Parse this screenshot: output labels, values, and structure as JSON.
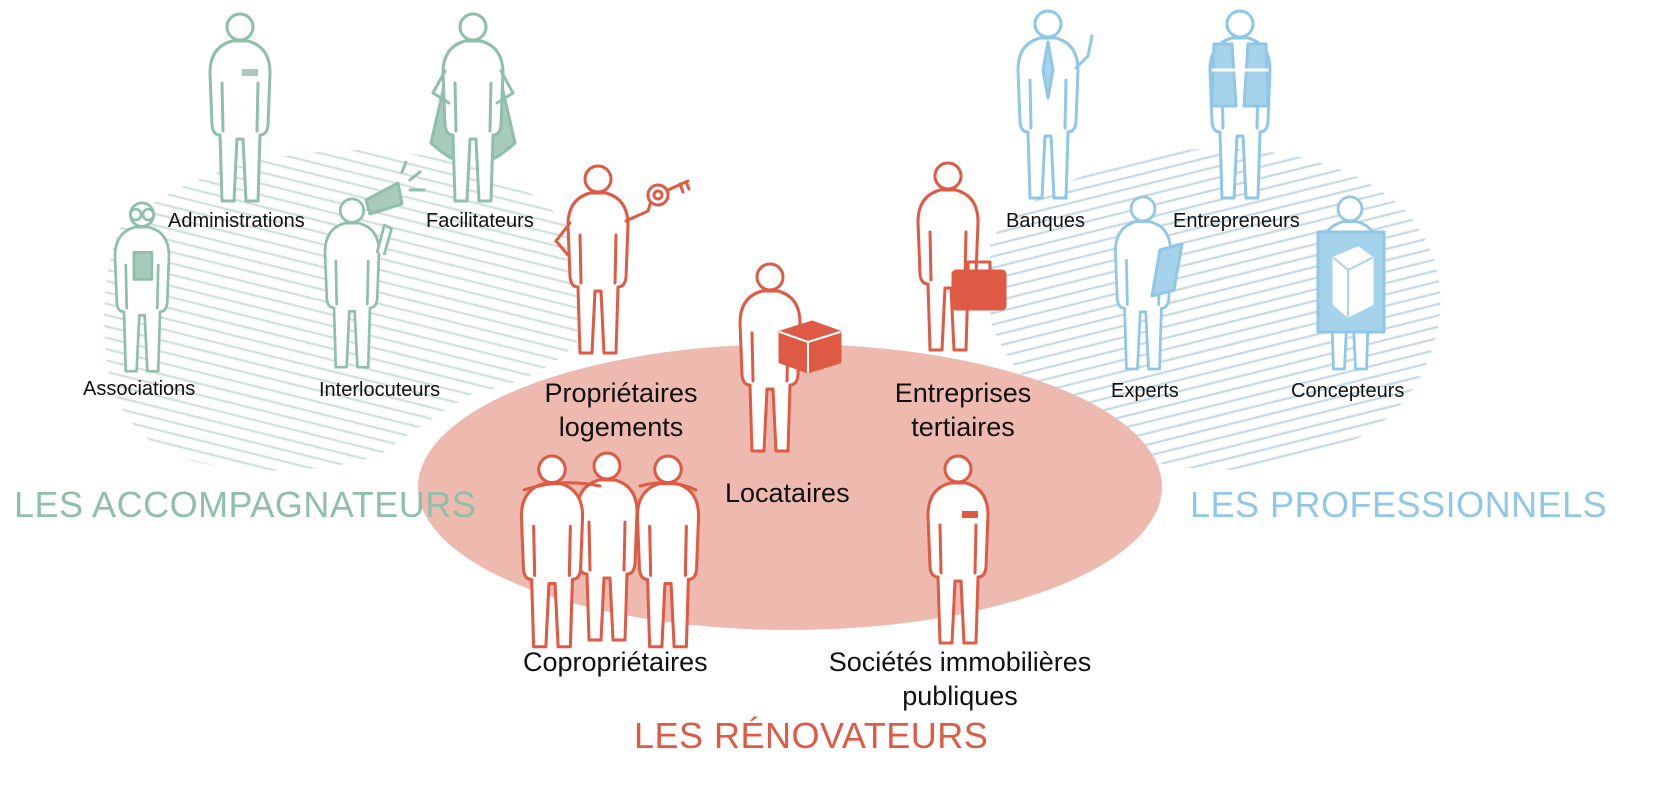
{
  "colors": {
    "accompagnateurs": "#8fbfa9",
    "accompagnateurs_fill": "#a7cbba",
    "renovateurs": "#de5a45",
    "renovateurs_zone": "#eeb9ae",
    "professionnels": "#90c6e6",
    "professionnels_fill": "#a6d3ec",
    "hatch_green": "#cfe2d8",
    "hatch_blue": "#c4dae6",
    "text": "#111111"
  },
  "groups": {
    "accompagnateurs": {
      "title": "LES ACCOMPAGNATEURS",
      "members": {
        "associations": "Associations",
        "administrations": "Administrations",
        "interlocuteurs": "Interlocuteurs",
        "facilitateurs": "Facilitateurs"
      }
    },
    "renovateurs": {
      "title": "LES RÉNOVATEURS",
      "members": {
        "proprietaires": [
          "Propriétaires",
          "logements"
        ],
        "locataires": "Locataires",
        "entreprises": [
          "Entreprises",
          "tertiaires"
        ],
        "coproprietaires": "Copropriétaires",
        "societes": [
          "Sociétés immobilières",
          "publiques"
        ]
      }
    },
    "professionnels": {
      "title": "LES PROFESSIONNELS",
      "members": {
        "banques": "Banques",
        "entrepreneurs": "Entrepreneurs",
        "experts": "Experts",
        "concepteurs": "Concepteurs"
      }
    }
  },
  "icons": {
    "associations": "person-with-glasses-clipboard-icon",
    "administrations": "person-with-badge-icon",
    "interlocuteurs": "person-with-megaphone-icon",
    "facilitateurs": "superhero-with-cape-icon",
    "proprietaires": "person-with-key-icon",
    "locataires": "person-carrying-box-icon",
    "entreprises": "person-with-briefcase-icon",
    "coproprietaires": "group-of-three-people-icon",
    "societes": "person-with-badge-icon",
    "banques": "person-with-tie-icon",
    "entrepreneurs": "worker-with-safety-vest-icon",
    "experts": "person-with-notepad-icon",
    "concepteurs": "person-holding-building-plan-icon"
  }
}
